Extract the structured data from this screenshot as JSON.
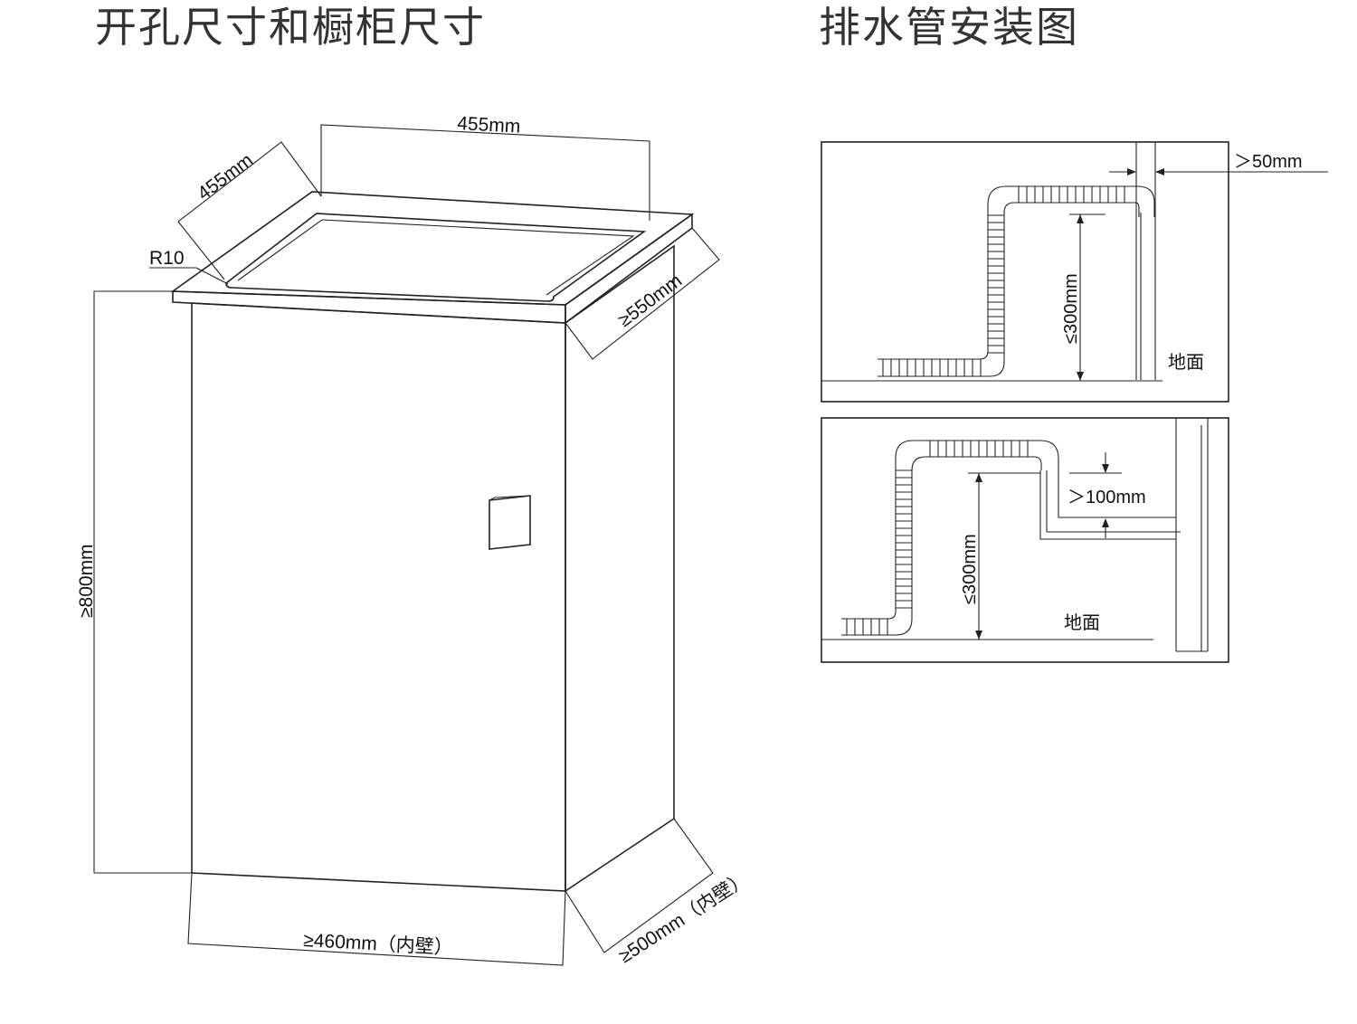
{
  "titles": {
    "left": "开孔尺寸和橱柜尺寸",
    "right": "排水管安装图"
  },
  "cabinet": {
    "top_width": "455mm",
    "top_depth": "455mm",
    "corner_radius": "R10",
    "depth_min": "≥550mm",
    "height_min": "≥800mm",
    "inner_width_min": "≥460mm（内壁）",
    "inner_depth_min": "≥500mm（内壁）"
  },
  "drain_upper": {
    "gap": "＞50mm",
    "height_max": "≤300mm",
    "floor": "地面"
  },
  "drain_lower": {
    "gap": "＞100mm",
    "height_max": "≤300mm",
    "floor": "地面"
  }
}
